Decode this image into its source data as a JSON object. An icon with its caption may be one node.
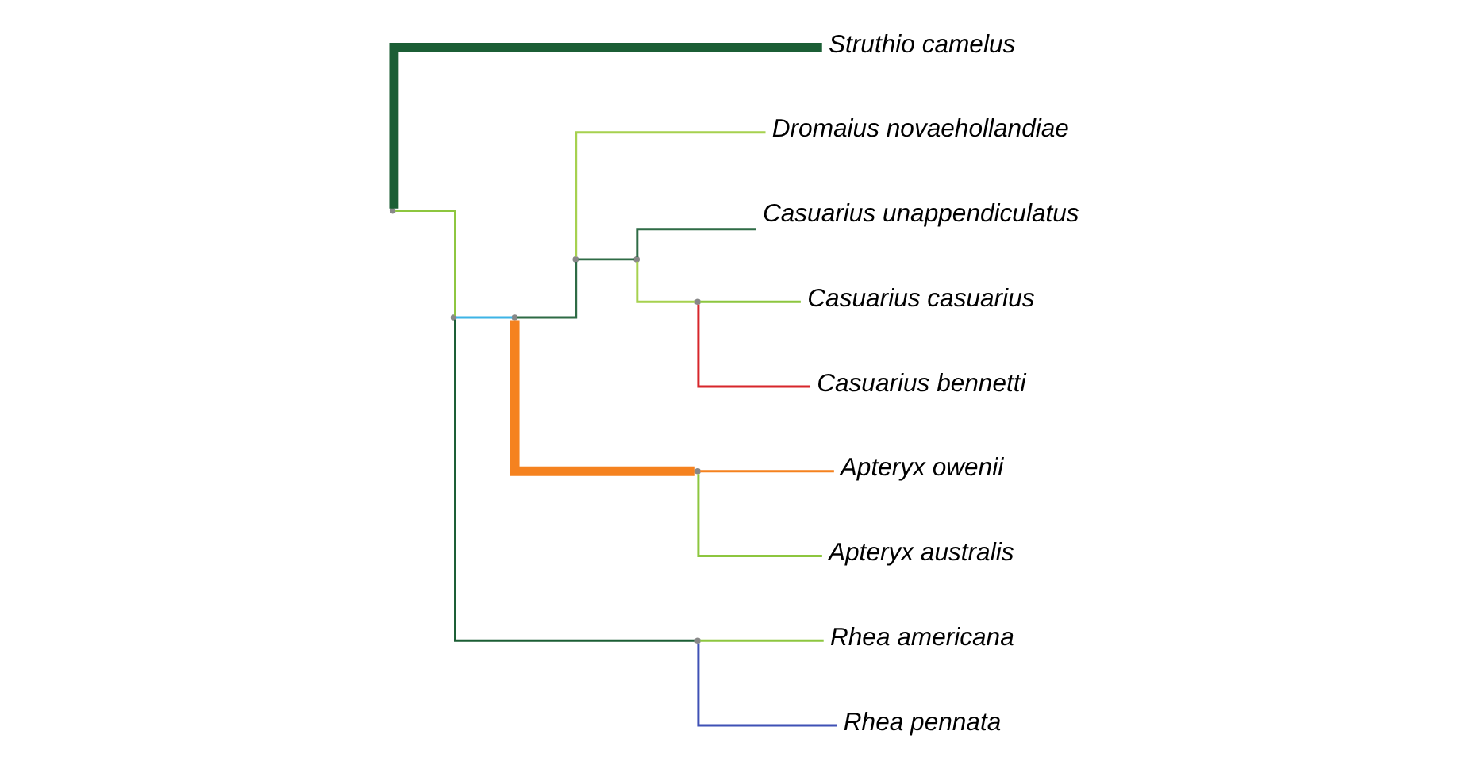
{
  "diagram": {
    "nodes": [
      {
        "text": [
          "Casuarius casuarius"
        ]
      },
      {
        "text": [
          "Casuarius bennetti"
        ]
      },
      {
        "text": [
          "Casuarius unappendiculatus"
        ]
      },
      {
        "text": [
          "Dromaius novaehollandiae"
        ]
      },
      {
        "text": [
          "Apteryx owenii"
        ]
      },
      {
        "text": [
          "Apteryx australis"
        ]
      },
      {
        "text": [
          "Rhea americana"
        ]
      },
      {
        "text": [
          "Rhea pennata"
        ]
      },
      {
        "text": [
          "Struthio camelus"
        ]
      },
      {
        "text": [],
        "shape": "point"
      },
      {
        "text": [],
        "shape": "point"
      },
      {
        "text": [],
        "shape": "point"
      },
      {
        "text": [],
        "shape": "point"
      },
      {
        "text": [],
        "shape": "point"
      },
      {
        "text": [],
        "shape": "point"
      },
      {
        "text": [],
        "shape": "point"
      },
      {
        "text": [],
        "shape": "point"
      }
    ],
    "edges": [
      {
        "from": 9,
        "to": 10,
        "arrow": "none",
        "color": "#8dc63f"
      },
      {
        "from": 9,
        "to": 8,
        "arrow": "none",
        "style": "thick",
        "color": "#1b5e35"
      },
      {
        "from": 10,
        "to": 11,
        "arrow": "none",
        "color": "#3db4e6"
      },
      {
        "from": 10,
        "to": 14,
        "arrow": "none",
        "color": "#1b5e35"
      },
      {
        "from": 11,
        "to": 12,
        "arrow": "none",
        "color": "#2e6b45"
      },
      {
        "from": 11,
        "to": 15,
        "arrow": "none",
        "style": "thick",
        "color": "#f5821f"
      },
      {
        "from": 12,
        "to": 13,
        "arrow": "none",
        "color": "#2e6b45"
      },
      {
        "from": 12,
        "to": 3,
        "arrow": "none",
        "color": "#a6d14f"
      },
      {
        "from": 13,
        "to": 16,
        "arrow": "none",
        "color": "#a6d14f"
      },
      {
        "from": 13,
        "to": 2,
        "arrow": "none",
        "color": "#2e6b45"
      },
      {
        "from": 16,
        "to": 0,
        "arrow": "none",
        "color": "#8dc63f"
      },
      {
        "from": 16,
        "to": 1,
        "arrow": "none",
        "color": "#d7262b"
      },
      {
        "from": 15,
        "to": 4,
        "arrow": "none",
        "color": "#f5821f"
      },
      {
        "from": 15,
        "to": 5,
        "arrow": "none",
        "color": "#8dc63f"
      },
      {
        "from": 14,
        "to": 6,
        "arrow": "none",
        "color": "#8dc63f"
      },
      {
        "from": 14,
        "to": 7,
        "arrow": "none",
        "color": "#3f51b5"
      }
    ]
  }
}
